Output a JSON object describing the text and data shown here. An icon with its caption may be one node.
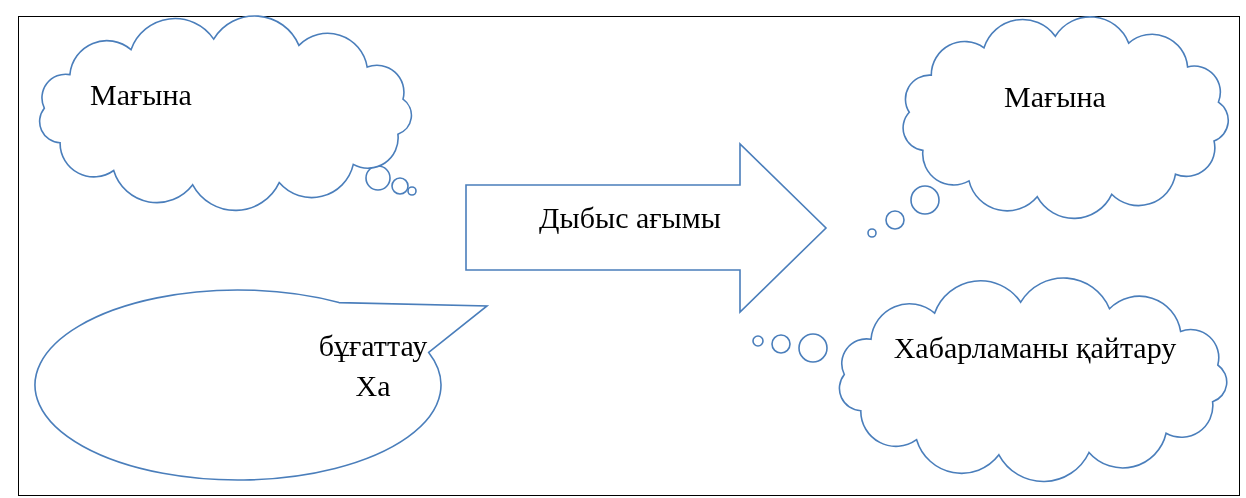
{
  "diagram": {
    "nodes": [
      {
        "text": [
          "Мағына"
        ]
      },
      {
        "text": [
          "Дыбыс ағымы"
        ]
      },
      {
        "text": [
          "Мағына"
        ]
      },
      {
        "text": [
          "бұғаттау",
          "Ха"
        ]
      },
      {
        "text": [
          "Хабарламаны қайтару"
        ]
      }
    ]
  }
}
